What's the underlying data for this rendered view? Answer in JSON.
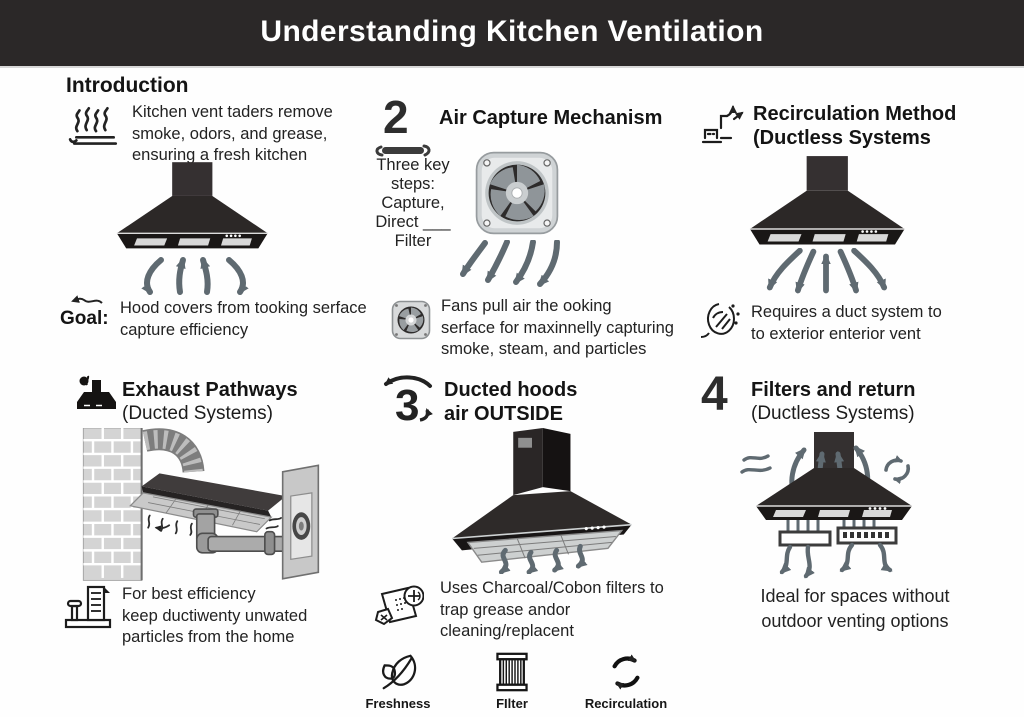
{
  "header": {
    "title": "Understanding Kitchen Ventilation"
  },
  "sections": {
    "intro": {
      "heading": "Introduction",
      "icon": "steam-icon",
      "body_lines": [
        "Kitchen vent taders remove",
        "smoke, odors, and grease,",
        "ensuring a fresh kitchen"
      ],
      "goal_label": "Goal:",
      "caption_lines": [
        "Hood covers from tooking serface",
        "capture efficiency"
      ]
    },
    "air_capture": {
      "number": "2",
      "heading": "Air Capture Mechanism",
      "steps_lines": [
        "Three key steps:",
        "Capture,",
        "Direct ___",
        "Filter"
      ],
      "caption_icon": "fan-icon",
      "caption_lines": [
        "Fans pull air the ooking",
        "serface for maxinnelly capturing",
        "smoke, steam, and particles"
      ]
    },
    "recirculation": {
      "icon": "duct-sketch-icon",
      "heading_lines": [
        "Recirculation Method",
        "(Ductless Systems"
      ],
      "caption_icon": "splat-icon",
      "caption_lines": [
        "Requires a duct system to",
        "to exterior enterior vent"
      ]
    },
    "exhaust": {
      "icon": "hood-silhouette-icon",
      "heading": "Exhaust Pathways",
      "subheading": "(Ducted Systems)",
      "caption_icon": "building-icon",
      "caption_lines": [
        "For best efficiency",
        "keep ductiwenty unwated",
        "particles from the home"
      ]
    },
    "ducted": {
      "number": "3",
      "heading_lines": [
        "Ducted hoods",
        "air OUTSIDE"
      ],
      "caption_icon": "charcoal-filter-icon",
      "caption_lines": [
        "Uses Charcoal/Cobon filters to",
        "trap grease andor",
        "cleaning/replacent"
      ]
    },
    "filters_return": {
      "number": "4",
      "heading": "Filters and return",
      "subheading": "(Ductless Systems)",
      "caption_lines": [
        "Ideal for spaces without",
        "outdoor venting options"
      ]
    }
  },
  "legend": {
    "items": [
      {
        "icon": "leaf-icon",
        "label": "Freshness"
      },
      {
        "icon": "filter-icon",
        "label": "FIlter"
      },
      {
        "icon": "recirculation-icon",
        "label": "Recirculation"
      }
    ]
  },
  "colors": {
    "header_bg": "#2b2828",
    "arrow_gray": "#5f6a71",
    "hood_black": "#2c2827",
    "text": "#1e1e1e"
  }
}
